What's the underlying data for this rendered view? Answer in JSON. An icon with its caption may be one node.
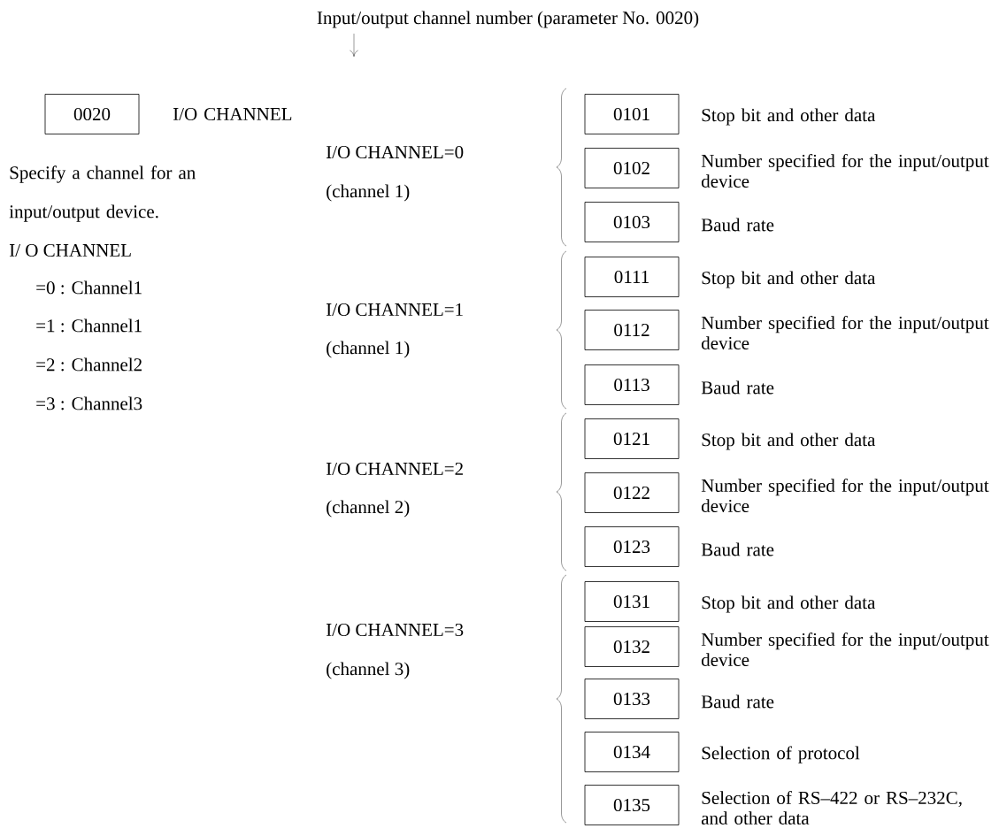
{
  "diagram": {
    "nodes": [
      {
        "text": [
          "0020"
        ],
        "beside": [
          "I/O CHANNEL"
        ]
      },
      {
        "text": [
          "0101"
        ],
        "beside": [
          "Stop bit and other data"
        ]
      },
      {
        "text": [
          "0102"
        ],
        "beside": [
          "Number specified for the input/output device"
        ]
      },
      {
        "text": [
          "0103"
        ],
        "beside": [
          "Baud rate"
        ]
      },
      {
        "text": [
          "0111"
        ],
        "beside": [
          "Stop bit and other data"
        ]
      },
      {
        "text": [
          "0112"
        ],
        "beside": [
          "Number specified for the input/output device"
        ]
      },
      {
        "text": [
          "0113"
        ],
        "beside": [
          "Baud rate"
        ]
      },
      {
        "text": [
          "0121"
        ],
        "beside": [
          "Stop bit and other data"
        ]
      },
      {
        "text": [
          "0122"
        ],
        "beside": [
          "Number specified for the input/output device"
        ]
      },
      {
        "text": [
          "0123"
        ],
        "beside": [
          "Baud rate"
        ]
      },
      {
        "text": [
          "0131"
        ],
        "beside": [
          "Stop bit and other data"
        ]
      },
      {
        "text": [
          "0132"
        ],
        "beside": [
          "Number specified for the input/output device"
        ]
      },
      {
        "text": [
          "0133"
        ],
        "beside": [
          "Baud rate"
        ]
      },
      {
        "text": [
          "0134"
        ],
        "beside": [
          "Selection of protocol"
        ]
      },
      {
        "text": [
          "0135"
        ],
        "beside": [
          "Selection of RS–422 or RS–232C, and other data"
        ]
      }
    ],
    "labels": [
      "Input/output channel number (parameter No. 0020)",
      "Specify a channel for an input/output device.",
      "I/ O CHANNEL",
      "=0 : Channel1",
      "=1 : Channel1",
      "=2 : Channel2",
      "=3 : Channel3",
      "I/O CHANNEL=0",
      "(channel 1)",
      "I/O CHANNEL=1",
      "(channel 1)",
      "I/O CHANNEL=2",
      "(channel 2)",
      "I/O CHANNEL=3",
      "(channel 3)"
    ]
  }
}
